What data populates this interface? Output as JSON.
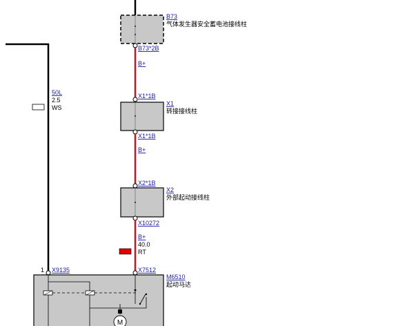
{
  "colors": {
    "power_wire": "#d4101a",
    "black_wire": "#000000",
    "component_fill": "#c8c8c8",
    "link_text": "#1a1aa6",
    "fuse_red": "#e00000"
  },
  "components": {
    "b73": {
      "id": "B73",
      "name": "气体发生器安全蓄电池接线柱",
      "pin": "B73*2B"
    },
    "x1": {
      "id": "X1",
      "name": "转接接线柱",
      "pin_top": "X1*1B",
      "pin_bottom": "X1*1B"
    },
    "x2": {
      "id": "X2",
      "name": "外部起动接线柱",
      "pin_top": "X2*1B",
      "pin_bottom": "X10272"
    },
    "m6510": {
      "id": "M6510",
      "name": "起动马达",
      "pin_top": "X7512",
      "pin_left": "X9135",
      "pin_left_number": "1"
    }
  },
  "wires": {
    "seg1": {
      "signal": "B+"
    },
    "seg2": {
      "signal": "B+"
    },
    "seg3": {
      "signal": "B+",
      "gauge": "40.0",
      "color_code": "RT"
    },
    "ws_wire": {
      "signal": "50L",
      "gauge": "2.5",
      "color_code": "WS"
    }
  },
  "icons": {
    "motor": "motor-symbol-icon",
    "switch": "switch-symbol-icon",
    "connector": "connector-pin-icon"
  }
}
